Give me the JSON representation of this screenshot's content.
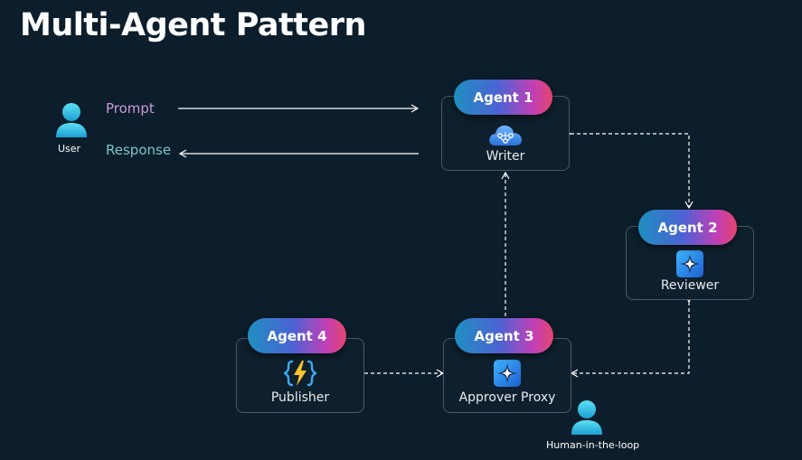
{
  "title": "Multi-Agent Pattern",
  "user": {
    "label": "User",
    "icon": "user-icon"
  },
  "human_in_loop": {
    "label": "Human-in-the-loop",
    "icon": "user-icon"
  },
  "flows": {
    "prompt": "Prompt",
    "response": "Response"
  },
  "agents": [
    {
      "id": "agent1",
      "badge": "Agent 1",
      "role": "Writer",
      "icon": "cloud-brain-icon"
    },
    {
      "id": "agent2",
      "badge": "Agent 2",
      "role": "Reviewer",
      "icon": "sparkle-icon"
    },
    {
      "id": "agent3",
      "badge": "Agent 3",
      "role": "Approver Proxy",
      "icon": "sparkle-icon"
    },
    {
      "id": "agent4",
      "badge": "Agent 4",
      "role": "Publisher",
      "icon": "function-bolt-icon"
    }
  ],
  "colors": {
    "background": "#0c1e2b",
    "prompt_text": "#c89bd6",
    "response_text": "#7fc4c8",
    "pill_gradient": [
      "#1f8fc0",
      "#4b63d4",
      "#c23fb6",
      "#e2456d"
    ]
  }
}
